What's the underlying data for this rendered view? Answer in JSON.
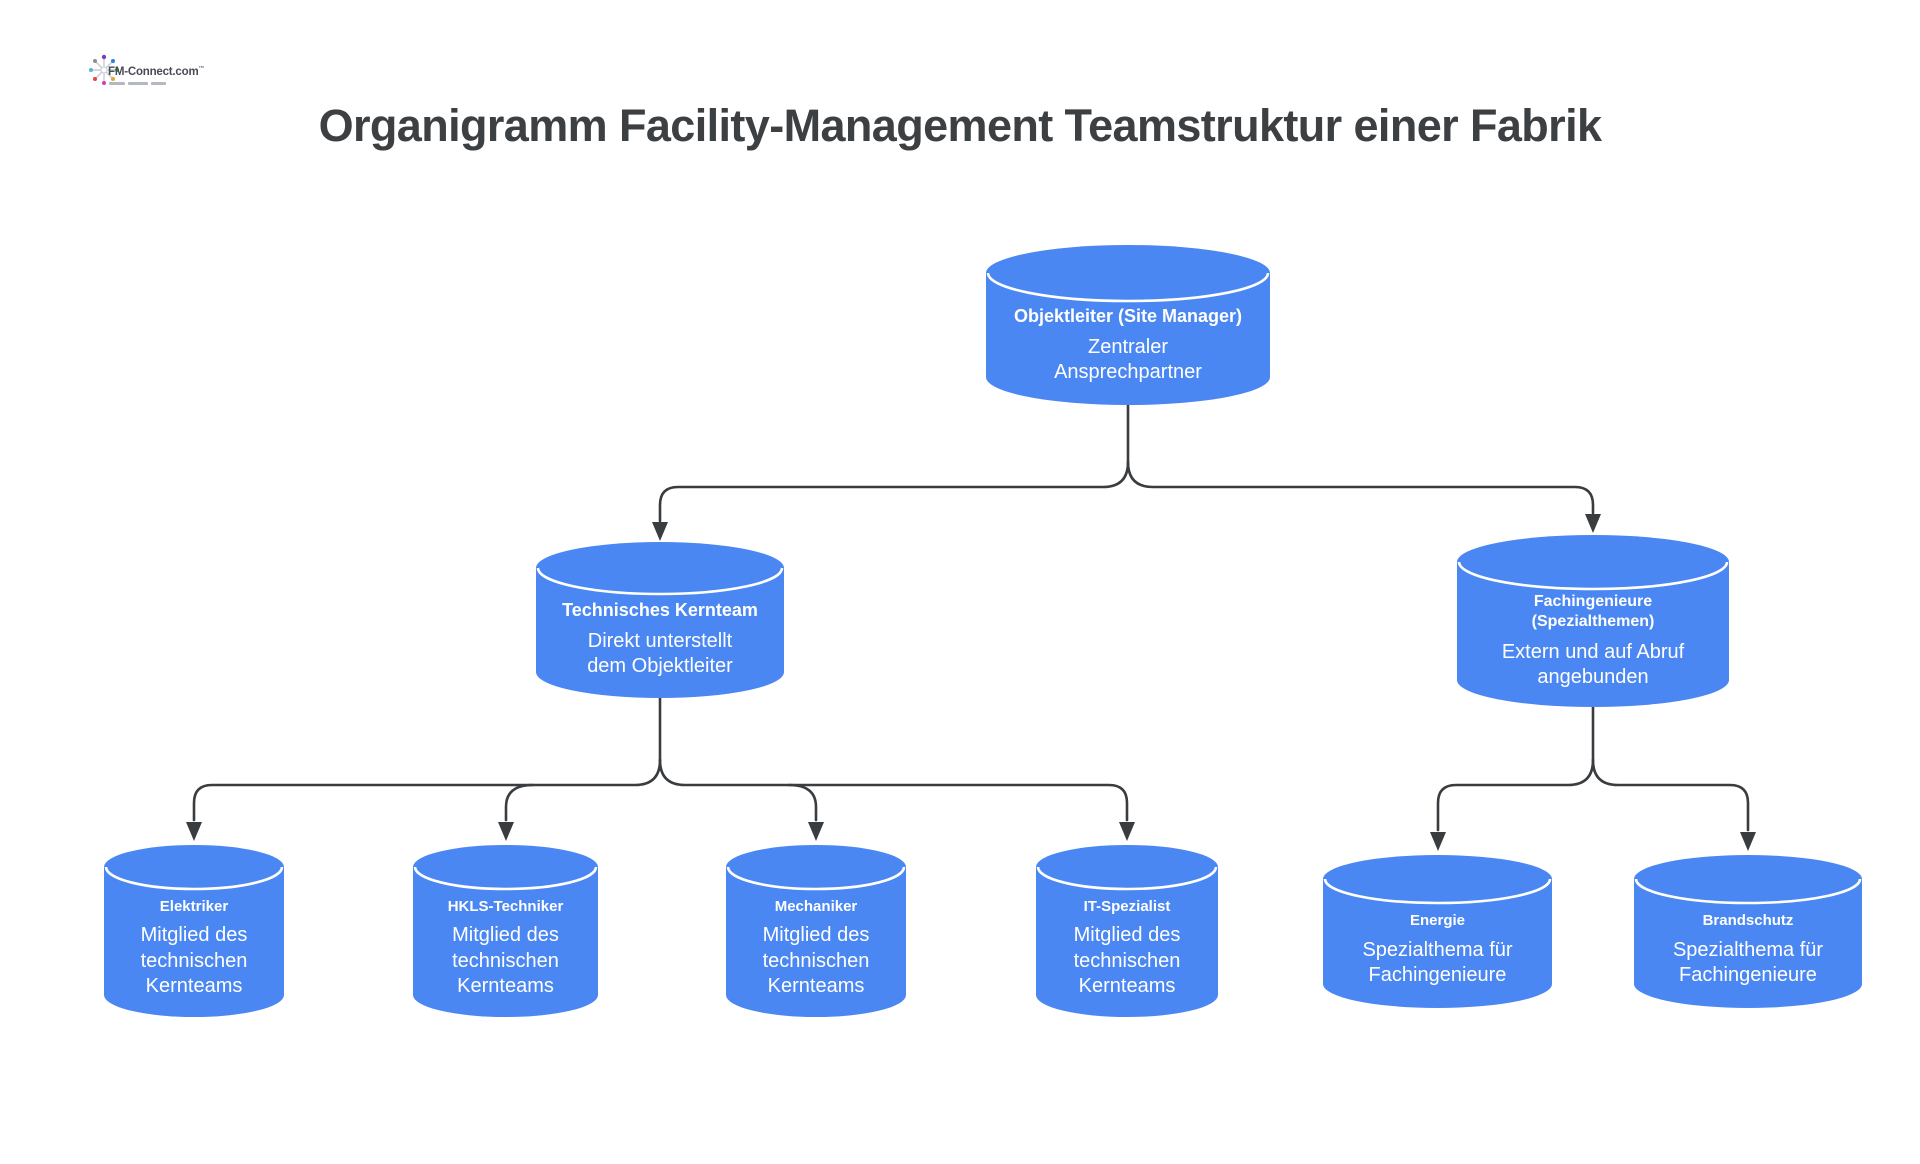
{
  "title": "Organigramm Facility-Management Teamstruktur einer Fabrik",
  "logo": {
    "name": "FM-Connect.com",
    "trademark": "™"
  },
  "colors": {
    "background": "#ffffff",
    "node_fill": "#4b87f3",
    "node_text": "#ffffff",
    "connector": "#3a3d40",
    "title_text": "#3d4043"
  },
  "icons": {
    "logo_star": "starburst-asterisk"
  },
  "nodes": {
    "objektleiter": {
      "title": "Objektleiter (Site Manager)",
      "subtitle": "Zentraler\nAnsprechpartner"
    },
    "technisches_kernteam": {
      "title": "Technisches Kernteam",
      "subtitle": "Direkt unterstellt\ndem Objektleiter"
    },
    "fachingenieure": {
      "title": "Fachingenieure\n(Spezialthemen)",
      "subtitle": "Extern und auf Abruf\nangebunden"
    },
    "elektriker": {
      "title": "Elektriker",
      "subtitle": "Mitglied des\ntechnischen\nKernteams"
    },
    "hkls_techniker": {
      "title": "HKLS-Techniker",
      "subtitle": "Mitglied des\ntechnischen\nKernteams"
    },
    "mechaniker": {
      "title": "Mechaniker",
      "subtitle": "Mitglied des\ntechnischen\nKernteams"
    },
    "it_spezialist": {
      "title": "IT-Spezialist",
      "subtitle": "Mitglied des\ntechnischen\nKernteams"
    },
    "energie": {
      "title": "Energie",
      "subtitle": "Spezialthema für\nFachingenieure"
    },
    "brandschutz": {
      "title": "Brandschutz",
      "subtitle": "Spezialthema für\nFachingenieure"
    }
  },
  "edges": [
    {
      "from": "objektleiter",
      "to": "technisches_kernteam"
    },
    {
      "from": "objektleiter",
      "to": "fachingenieure"
    },
    {
      "from": "technisches_kernteam",
      "to": "elektriker"
    },
    {
      "from": "technisches_kernteam",
      "to": "hkls_techniker"
    },
    {
      "from": "technisches_kernteam",
      "to": "mechaniker"
    },
    {
      "from": "technisches_kernteam",
      "to": "it_spezialist"
    },
    {
      "from": "fachingenieure",
      "to": "energie"
    },
    {
      "from": "fachingenieure",
      "to": "brandschutz"
    }
  ]
}
